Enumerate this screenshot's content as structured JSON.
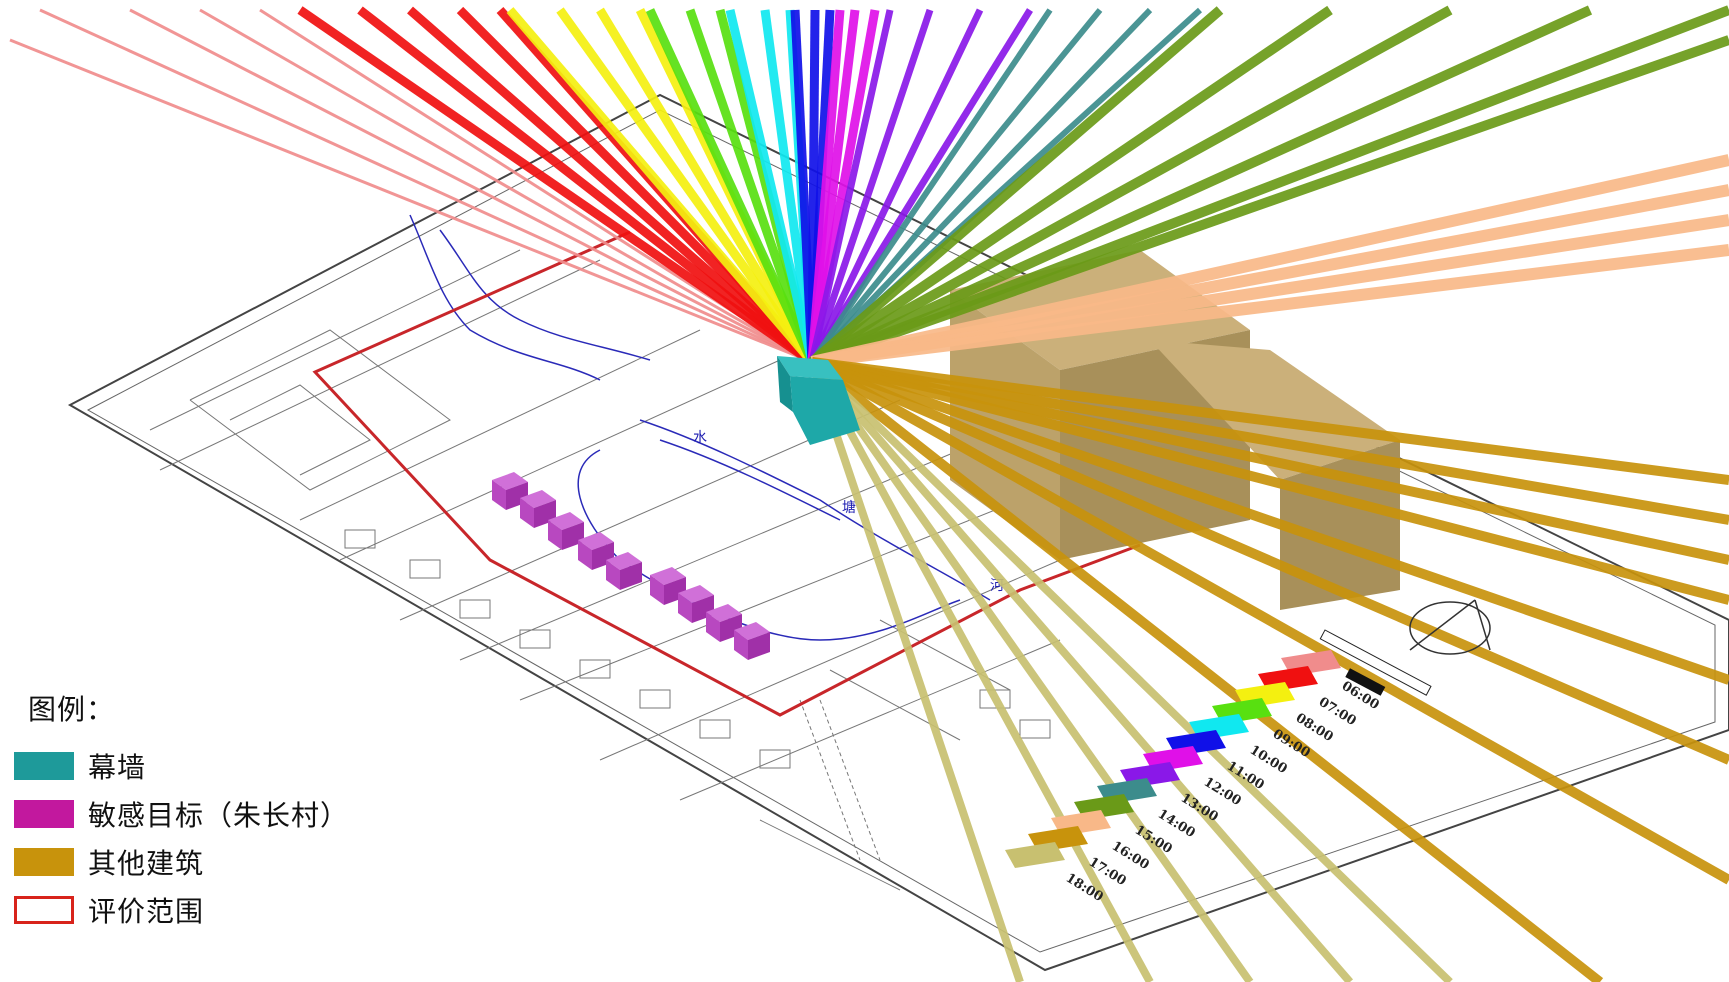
{
  "legend": {
    "title": "图例：",
    "items": [
      {
        "label": "幕墙",
        "color": "#1e9a9a",
        "type": "fill"
      },
      {
        "label": "敏感目标（朱长村）",
        "color": "#c2189e",
        "type": "fill"
      },
      {
        "label": "其他建筑",
        "color": "#c8930c",
        "type": "fill"
      },
      {
        "label": "评价范围",
        "color": "#d8231b",
        "type": "outline"
      }
    ]
  },
  "time_key": [
    {
      "time": "06:00",
      "color": "#f08c8c"
    },
    {
      "time": "07:00",
      "color": "#f01010"
    },
    {
      "time": "08:00",
      "color": "#f4f010"
    },
    {
      "time": "09:00",
      "color": "#58e010"
    },
    {
      "time": "10:00",
      "color": "#10e8f0"
    },
    {
      "time": "11:00",
      "color": "#1010e8"
    },
    {
      "time": "12:00",
      "color": "#e010e8"
    },
    {
      "time": "13:00",
      "color": "#8a18e8"
    },
    {
      "time": "14:00",
      "color": "#3c8c8c"
    },
    {
      "time": "15:00",
      "color": "#6a9a18"
    },
    {
      "time": "16:00",
      "color": "#f8b888"
    },
    {
      "time": "17:00",
      "color": "#c8930c"
    },
    {
      "time": "18:00",
      "color": "#c8c070"
    }
  ],
  "map_labels": [
    "水",
    "塘",
    "河"
  ]
}
